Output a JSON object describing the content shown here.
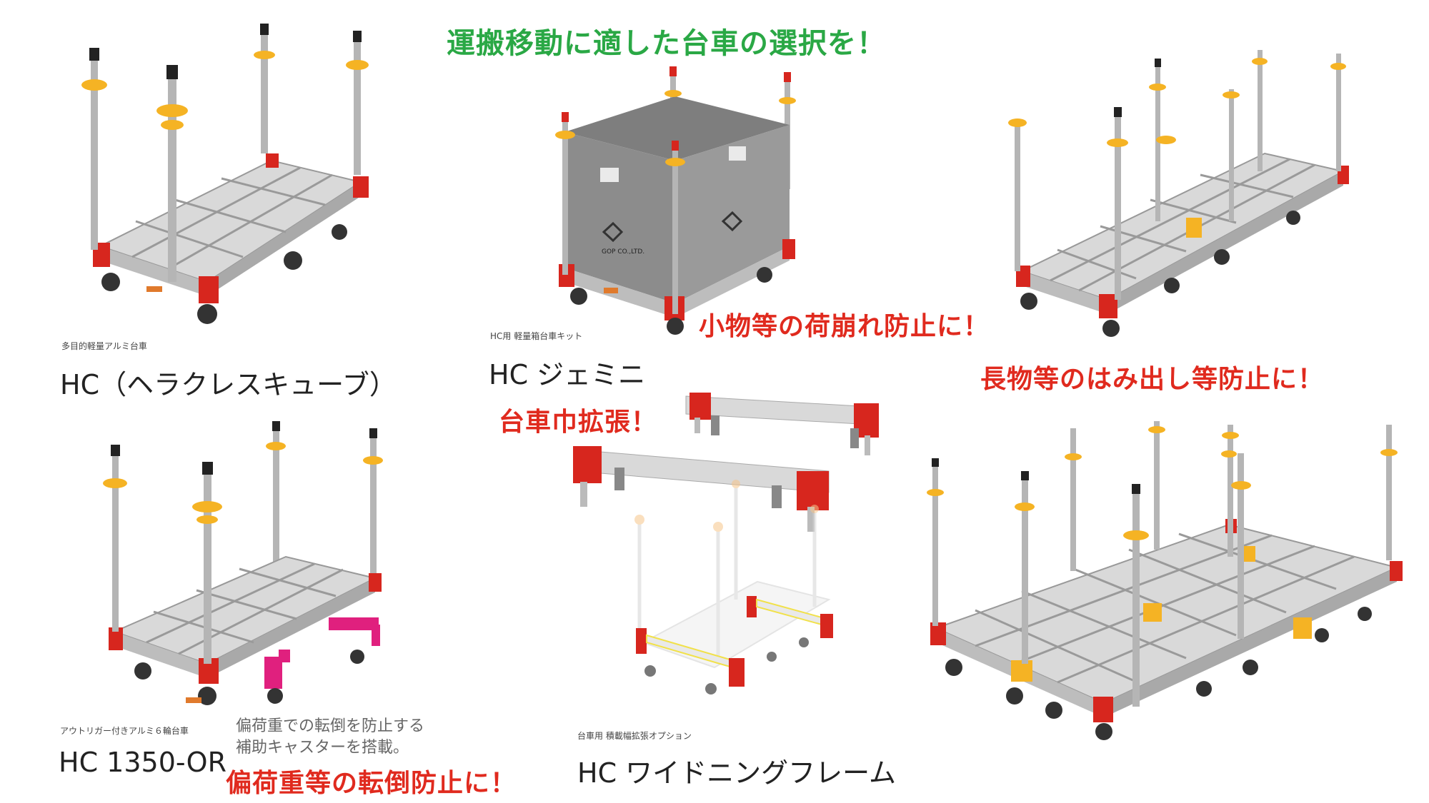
{
  "headline": "運搬移動に適した台車の選択を！",
  "products": {
    "hc": {
      "caption": "多目的軽量アルミ台車",
      "name": "HC（ヘラクレスキューブ）"
    },
    "gemini": {
      "caption": "HC用 軽量箱台車キット",
      "name": "HC ジェミニ",
      "tagline": "小物等の荷崩れ防止に！",
      "box_label": "GOP CO.,LTD."
    },
    "or1350": {
      "caption": "アウトリガー付きアルミ６輪台車",
      "name": "HC 1350-OR",
      "description_line1": "偏荷重での転倒を防止する",
      "description_line2": "補助キャスターを搭載。",
      "tagline": "偏荷重等の転倒防止に！"
    },
    "widening": {
      "caption": "台車用 積載幅拡張オプション",
      "name": "HC ワイドニングフレーム",
      "tagline": "台車巾拡張！"
    },
    "linked": {
      "tagline": "長物等のはみ出し等防止に！"
    }
  },
  "colors": {
    "headline": "#2aa845",
    "tagline": "#e02a1e",
    "frame": "#c9c9c9",
    "corner": "#d7261e",
    "pole_collar": "#f5b324",
    "outrigger": "#e0207e",
    "box_panel": "#8c8c8c"
  },
  "icons": [
    "cart-hc-image",
    "cart-gemini-image",
    "cart-linked-2-image",
    "cart-1350-or-image",
    "widening-frame-image",
    "cart-linked-4-image"
  ]
}
